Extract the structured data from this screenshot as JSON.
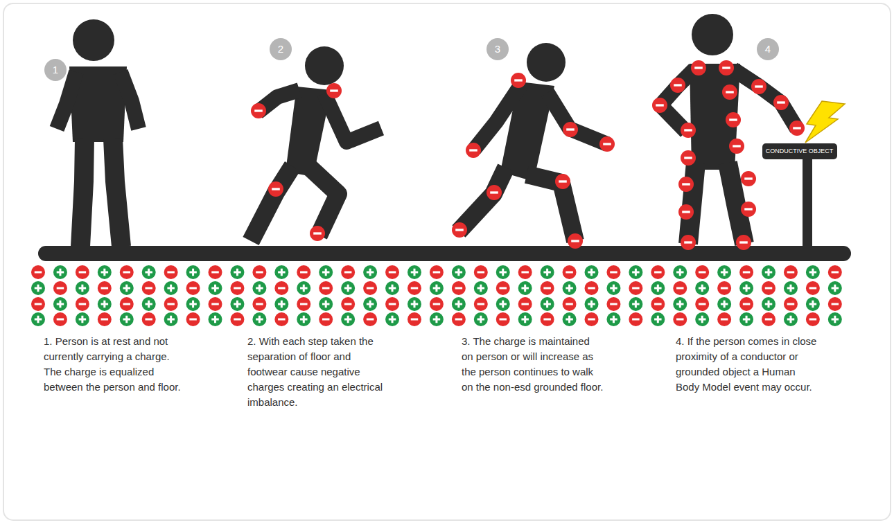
{
  "diagram": {
    "nodes": [
      {
        "text": [
          "CONDUCTIVE OBJECT"
        ]
      }
    ],
    "labels": [
      "1",
      "2",
      "3",
      "4",
      "1. Person is at rest and not currently carrying a charge. The charge is equalized between the person and floor.",
      "2. With each step taken the separation of floor and footwear cause negative charges creating an electrical imbalance.",
      "3. The charge is maintained on person or will increase as the person continues to walk on the non-esd grounded floor.",
      "4. If the person comes in close proximity of a conductor or grounded object a Human Body Model event may occur."
    ]
  }
}
